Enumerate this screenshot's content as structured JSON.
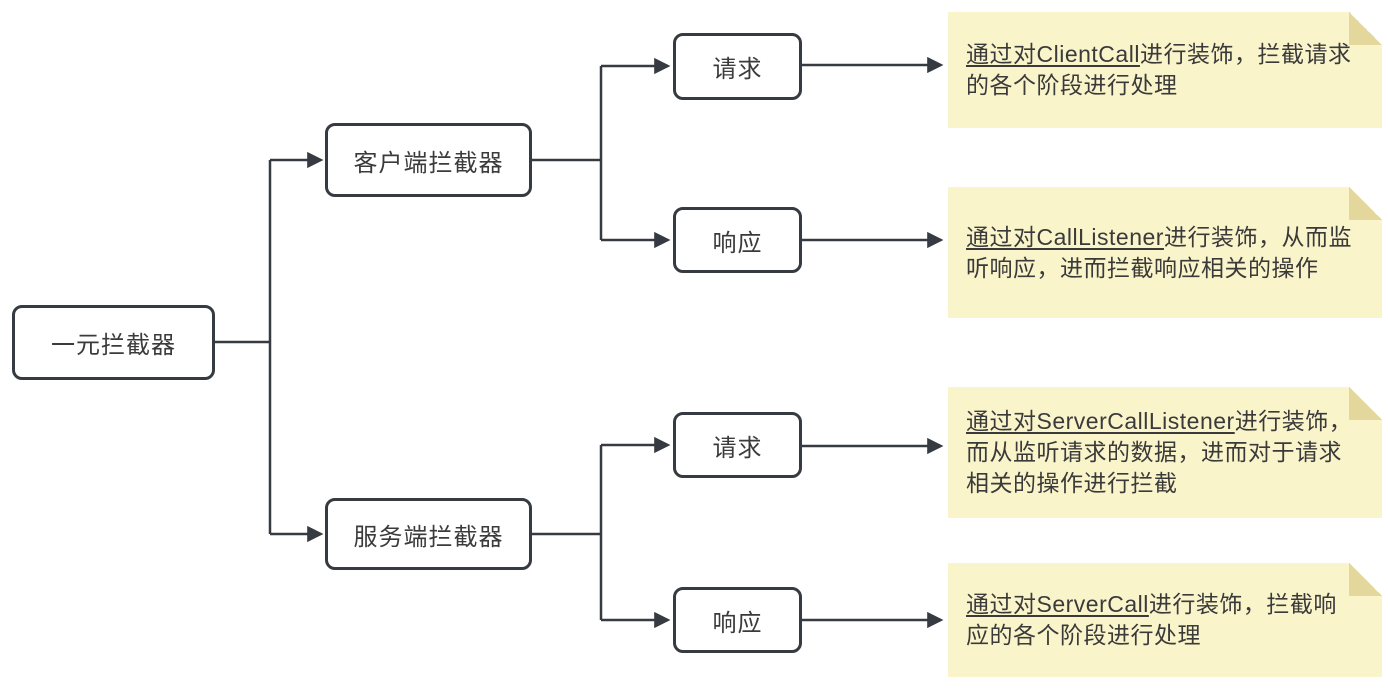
{
  "colors": {
    "stroke": "#363a41",
    "text": "#3b3b3b",
    "note_fill": "#faf4cb",
    "note_fold": "#e4d79c",
    "background": "#ffffff"
  },
  "nodes": {
    "root": "一元拦截器",
    "client": "客户端拦截器",
    "server": "服务端拦截器",
    "client_request": "请求",
    "client_response": "响应",
    "server_request": "请求",
    "server_response": "响应"
  },
  "notes": [
    {
      "lead": "通过对ClientCall",
      "rest": "进行装饰，拦截请求的各个阶段进行处理"
    },
    {
      "lead": "通过对CallListener",
      "rest": "进行装饰，从而监听响应，进而拦截响应相关的操作"
    },
    {
      "lead": "通过对ServerCallListener",
      "rest": "进行装饰，而从监听请求的数据，进而对于请求相关的操作进行拦截"
    },
    {
      "lead": "通过对ServerCall",
      "rest": "进行装饰，拦截响应的各个阶段进行处理"
    }
  ]
}
